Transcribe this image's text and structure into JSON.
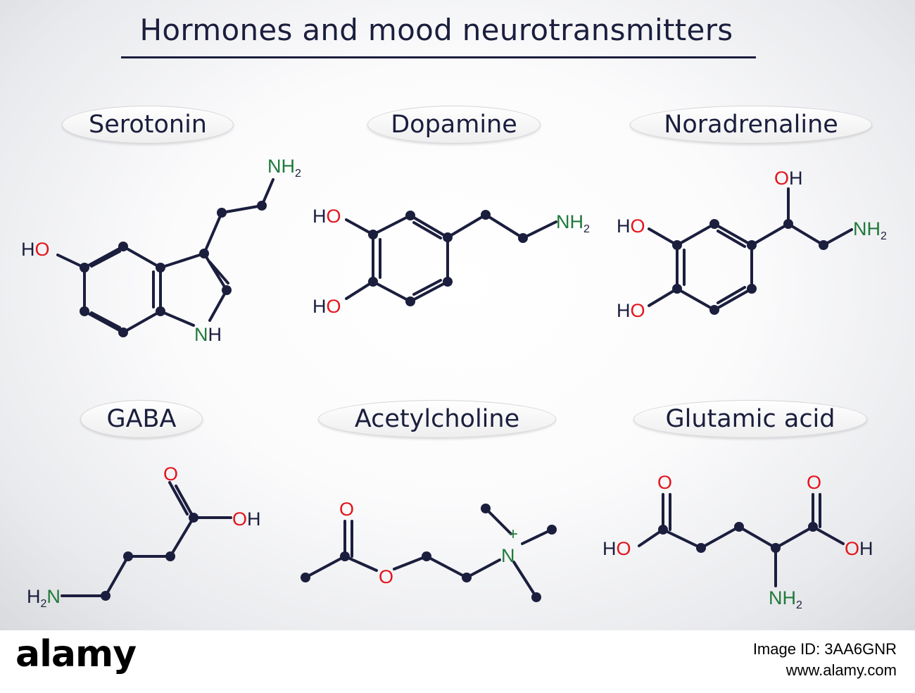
{
  "title": "Hormones and mood neurotransmitters",
  "molecules": [
    {
      "name": "Serotonin",
      "labels": [
        "NH",
        "2",
        "HO",
        "NH"
      ]
    },
    {
      "name": "Dopamine",
      "labels": [
        "HO",
        "HO",
        "NH",
        "2"
      ]
    },
    {
      "name": "Noradrenaline",
      "labels": [
        "OH",
        "HO",
        "HO",
        "NH",
        "2"
      ]
    },
    {
      "name": "GABA",
      "labels": [
        "O",
        "OH",
        "H",
        "2",
        "N"
      ]
    },
    {
      "name": "Acetylcholine",
      "labels": [
        "O",
        "O",
        "N",
        "+"
      ]
    },
    {
      "name": "Glutamic acid",
      "labels": [
        "O",
        "O",
        "HO",
        "OH",
        "NH",
        "2"
      ]
    }
  ],
  "watermark": {
    "logo": "alamy",
    "image_id": "Image ID: 3AA6GNR",
    "url": "www.alamy.com"
  },
  "colors": {
    "ink": "#1b1e3d",
    "oxygen": "#e3141b",
    "nitrogen": "#1f7a3a"
  }
}
